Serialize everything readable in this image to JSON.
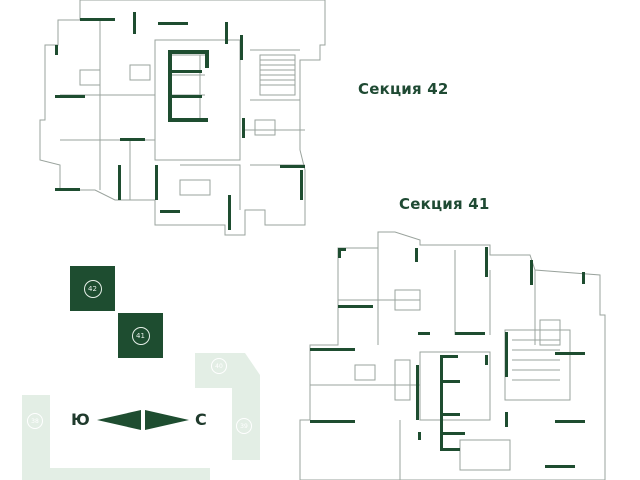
{
  "sections": [
    {
      "label": "Секция 42",
      "number": "42"
    },
    {
      "label": "Секция 41",
      "number": "41"
    }
  ],
  "site_map": {
    "buildings": [
      "40",
      "39",
      "38"
    ],
    "compass": {
      "south": "Ю",
      "north": "С"
    }
  },
  "colors": {
    "wall": "#1e4d30",
    "outline": "#9aa39d",
    "site": "#e3eee5",
    "text": "#1f4a33"
  }
}
